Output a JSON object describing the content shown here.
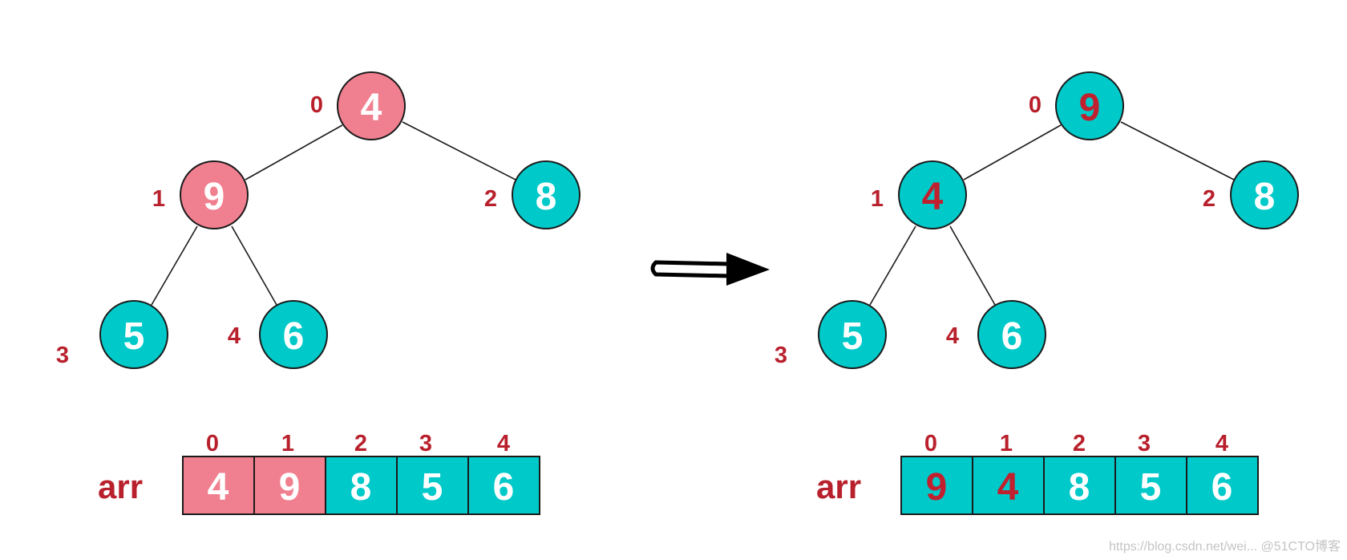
{
  "colors": {
    "highlight": "#f07f8f",
    "normal": "#00c9c9",
    "index_text": "#b8202c",
    "white_text": "#ffffff",
    "dark_red_text": "#c1202e"
  },
  "left": {
    "tree": [
      {
        "index": "0",
        "value": "4",
        "fill": "highlight",
        "text": "white"
      },
      {
        "index": "1",
        "value": "9",
        "fill": "highlight",
        "text": "white"
      },
      {
        "index": "2",
        "value": "8",
        "fill": "normal",
        "text": "white"
      },
      {
        "index": "3",
        "value": "5",
        "fill": "normal",
        "text": "white"
      },
      {
        "index": "4",
        "value": "6",
        "fill": "normal",
        "text": "white"
      }
    ],
    "array_label": "arr",
    "array": [
      {
        "index": "0",
        "value": "4",
        "fill": "highlight",
        "text": "white"
      },
      {
        "index": "1",
        "value": "9",
        "fill": "highlight",
        "text": "white"
      },
      {
        "index": "2",
        "value": "8",
        "fill": "normal",
        "text": "white"
      },
      {
        "index": "3",
        "value": "5",
        "fill": "normal",
        "text": "white"
      },
      {
        "index": "4",
        "value": "6",
        "fill": "normal",
        "text": "white"
      }
    ]
  },
  "right": {
    "tree": [
      {
        "index": "0",
        "value": "9",
        "fill": "normal",
        "text": "red"
      },
      {
        "index": "1",
        "value": "4",
        "fill": "normal",
        "text": "red"
      },
      {
        "index": "2",
        "value": "8",
        "fill": "normal",
        "text": "white"
      },
      {
        "index": "3",
        "value": "5",
        "fill": "normal",
        "text": "white"
      },
      {
        "index": "4",
        "value": "6",
        "fill": "normal",
        "text": "white"
      }
    ],
    "array_label": "arr",
    "array": [
      {
        "index": "0",
        "value": "9",
        "fill": "normal",
        "text": "red"
      },
      {
        "index": "1",
        "value": "4",
        "fill": "normal",
        "text": "red"
      },
      {
        "index": "2",
        "value": "8",
        "fill": "normal",
        "text": "white"
      },
      {
        "index": "3",
        "value": "5",
        "fill": "normal",
        "text": "white"
      },
      {
        "index": "4",
        "value": "6",
        "fill": "normal",
        "text": "white"
      }
    ]
  },
  "watermark": "https://blog.csdn.net/wei... @51CTO博客"
}
